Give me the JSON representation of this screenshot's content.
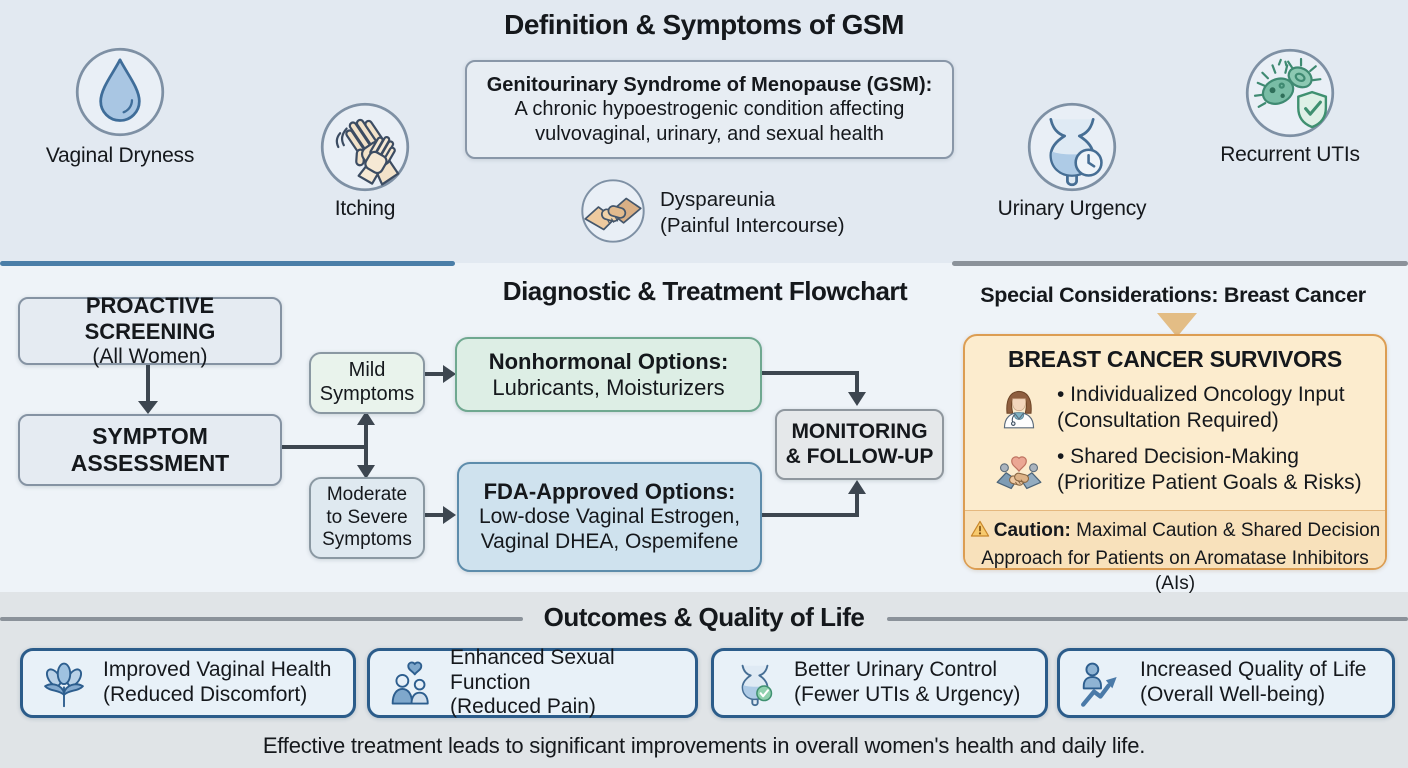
{
  "top": {
    "title": "Definition & Symptoms of GSM",
    "definition": {
      "heading": "Genitourinary Syndrome of Menopause (GSM):",
      "line1": "A chronic hypoestrogenic condition affecting",
      "line2": "vulvovaginal, urinary, and sexual health"
    },
    "symptoms": [
      {
        "label": "Vaginal Dryness",
        "icon": "droplet-icon"
      },
      {
        "label": "Itching",
        "icon": "scratching-hands-icon"
      },
      {
        "label": "Dyspareunia",
        "sublabel": "(Painful Intercourse)",
        "icon": "handshake-icon"
      },
      {
        "label": "Urinary Urgency",
        "icon": "bladder-clock-icon"
      },
      {
        "label": "Recurrent UTIs",
        "icon": "bacteria-shield-icon"
      }
    ]
  },
  "flowchart": {
    "title": "Diagnostic & Treatment Flowchart",
    "screening": {
      "line1": "PROACTIVE SCREENING",
      "line2": "(All Women)"
    },
    "assessment": {
      "line1": "SYMPTOM",
      "line2": "ASSESSMENT"
    },
    "mild": {
      "line1": "Mild",
      "line2": "Symptoms"
    },
    "moderate": {
      "line1": "Moderate",
      "line2": "to Severe",
      "line3": "Symptoms"
    },
    "nonhormonal": {
      "heading": "Nonhormonal Options:",
      "body": "Lubricants, Moisturizers"
    },
    "fda": {
      "heading": "FDA-Approved Options:",
      "body1": "Low-dose Vaginal Estrogen,",
      "body2": "Vaginal DHEA, Ospemifene"
    },
    "monitoring": {
      "line1": "MONITORING",
      "line2": "& FOLLOW-UP"
    }
  },
  "special": {
    "title": "Special Considerations: Breast Cancer",
    "panel_heading": "BREAST CANCER SURVIVORS",
    "bullets": [
      {
        "line1": "• Individualized Oncology Input",
        "line2": "(Consultation Required)",
        "icon": "female-doctor-icon"
      },
      {
        "line1": "• Shared Decision-Making",
        "line2": "(Prioritize Patient Goals & Risks)",
        "icon": "handshake-heart-icon"
      }
    ],
    "caution_bold": "Caution:",
    "caution_rest": "Maximal Caution & Shared Decision",
    "caution_line2": "Approach for Patients on Aromatase Inhibitors (AIs)"
  },
  "outcomes": {
    "title": "Outcomes & Quality of Life",
    "items": [
      {
        "line1": "Improved Vaginal Health",
        "line2": "(Reduced Discomfort)",
        "icon": "flower-icon"
      },
      {
        "line1": "Enhanced Sexual Function",
        "line2": "(Reduced Pain)",
        "icon": "couple-heart-icon"
      },
      {
        "line1": "Better Urinary Control",
        "line2": "(Fewer UTIs & Urgency)",
        "icon": "bladder-check-icon"
      },
      {
        "line1": "Increased Quality of Life",
        "line2": "(Overall Well-being)",
        "icon": "person-growth-icon"
      }
    ],
    "footer": "Effective treatment leads to significant improvements in overall women's health and daily life."
  },
  "colors": {
    "top_band": "#e2e9f1",
    "middle_band": "#eef3f8",
    "bottom_band": "#e0e4e7",
    "blue_rule": "#4a7ea8",
    "gray_rule": "#8b929a",
    "arrow": "#3d4650",
    "teal_box_border": "#6fa890",
    "blue_box_border": "#5d8cab",
    "panel_fill": "#fcecce",
    "panel_border": "#dc9d52",
    "caution_fill": "#f8e1bb",
    "outcome_border": "#2b5c8a",
    "outcome_fill": "#e8f1f8",
    "text": "#15181c"
  }
}
